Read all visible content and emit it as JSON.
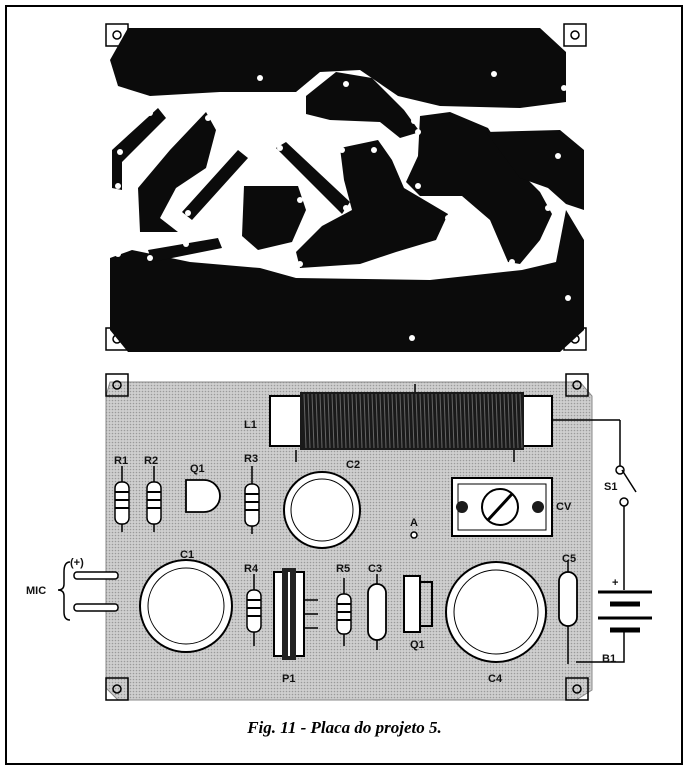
{
  "figure": {
    "caption": "Fig. 11 - Placa do projeto 5."
  },
  "components": {
    "L1": "L1",
    "R1": "R1",
    "R2": "R2",
    "R3": "R3",
    "R4": "R4",
    "R5": "R5",
    "Q1_top": "Q1",
    "Q1_bottom": "Q1",
    "C1": "C1",
    "C2": "C2",
    "C3": "C3",
    "C4": "C4",
    "C5": "C5",
    "CV": "CV",
    "S1": "S1",
    "B1": "B1",
    "P1": "P1",
    "A": "A",
    "MIC": "MIC",
    "mic_plus": "(+)",
    "battery_plus": "+"
  }
}
